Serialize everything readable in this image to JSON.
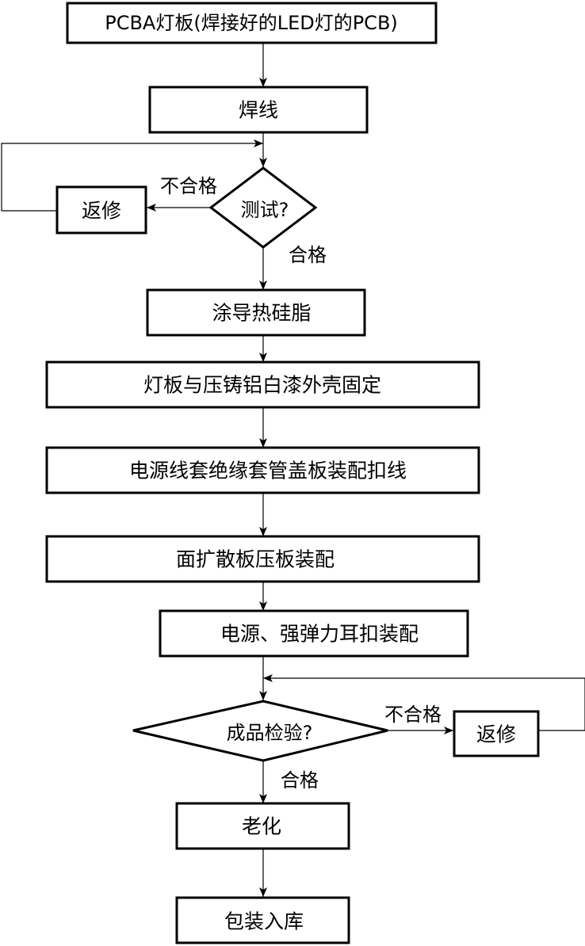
{
  "nodes": {
    "pcba": "PCBA灯板(焊接好的LED灯的PCB)",
    "weld": "焊线",
    "test": "测试?",
    "repair1": "返修",
    "grease": "涂导热硅脂",
    "fix_shell": "灯板与压铸铝白漆外壳固定",
    "cable": "电源线套绝缘套管盖板装配扣线",
    "diffuser": "面扩散板压板装配",
    "power": "电源、强弹力耳扣装配",
    "inspect": "成品检验?",
    "repair2": "返修",
    "aging": "老化",
    "pack": "包装入库"
  },
  "labels": {
    "fail1": "不合格",
    "pass1": "合格",
    "fail2": "不合格",
    "pass2": "合格"
  }
}
